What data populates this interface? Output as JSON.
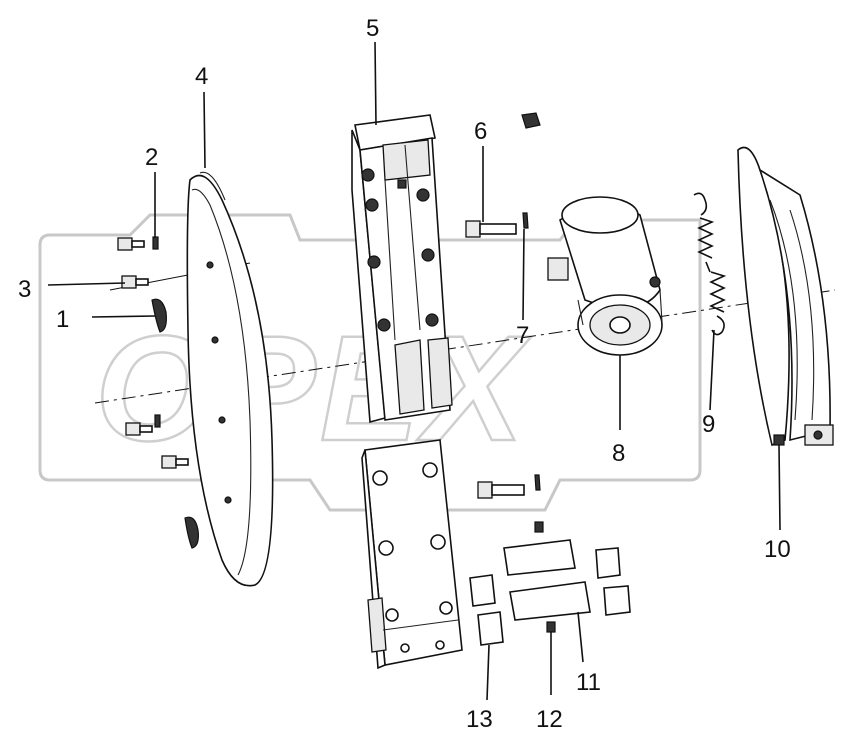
{
  "diagram": {
    "watermark_text": "OPEX",
    "corner_mark": "",
    "callouts": [
      {
        "id": "label-1",
        "text": "1"
      },
      {
        "id": "label-2",
        "text": "2"
      },
      {
        "id": "label-3",
        "text": "3"
      },
      {
        "id": "label-4",
        "text": "4"
      },
      {
        "id": "label-5",
        "text": "5"
      },
      {
        "id": "label-6",
        "text": "6"
      },
      {
        "id": "label-7",
        "text": "7"
      },
      {
        "id": "label-8",
        "text": "8"
      },
      {
        "id": "label-9",
        "text": "9"
      },
      {
        "id": "label-10",
        "text": "10"
      },
      {
        "id": "label-11",
        "text": "11"
      },
      {
        "id": "label-12",
        "text": "12"
      },
      {
        "id": "label-13",
        "text": "13"
      }
    ]
  }
}
